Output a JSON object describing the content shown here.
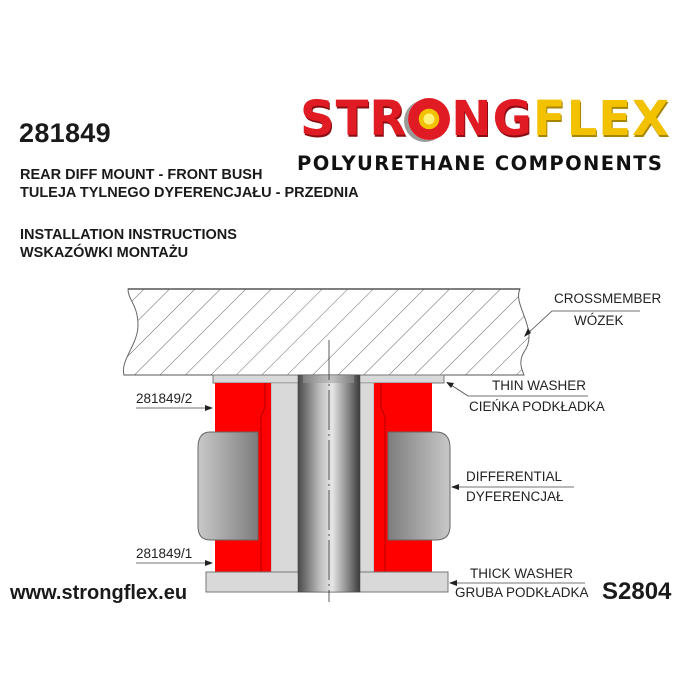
{
  "header": {
    "part_number": "281849",
    "title_en": "REAR DIFF MOUNT - FRONT BUSH",
    "title_pl": "TULEJA TYLNEGO DYFERENCJAŁU - PRZEDNIA",
    "instructions_en": "INSTALLATION INSTRUCTIONS",
    "instructions_pl": "WSKAZÓWKI MONTAŻU"
  },
  "logo": {
    "brand_part1_a": "STR",
    "brand_part1_b": "NG",
    "brand_part2": "FLEX",
    "tagline": "POLYURETHANE COMPONENTS",
    "colors": {
      "red": "#e01b24",
      "yellow": "#f2c200"
    }
  },
  "diagram": {
    "labels": {
      "crossmember_en": "CROSSMEMBER",
      "crossmember_pl": "WÓZEK",
      "thin_washer_en": "THIN WASHER",
      "thin_washer_pl": "CIEŃKA PODKŁADKA",
      "differential_en": "DIFFERENTIAL",
      "differential_pl": "DYFERENCJAŁ",
      "thick_washer_en": "THICK WASHER",
      "thick_washer_pl": "GRUBA PODKŁADKA",
      "part_upper": "281849/2",
      "part_lower": "281849/1"
    },
    "colors": {
      "polyurethane": "#ff0000",
      "washer": "#d9d9d9",
      "outline": "#555555"
    }
  },
  "footer": {
    "website": "www.strongflex.eu",
    "set_code": "S2804"
  }
}
